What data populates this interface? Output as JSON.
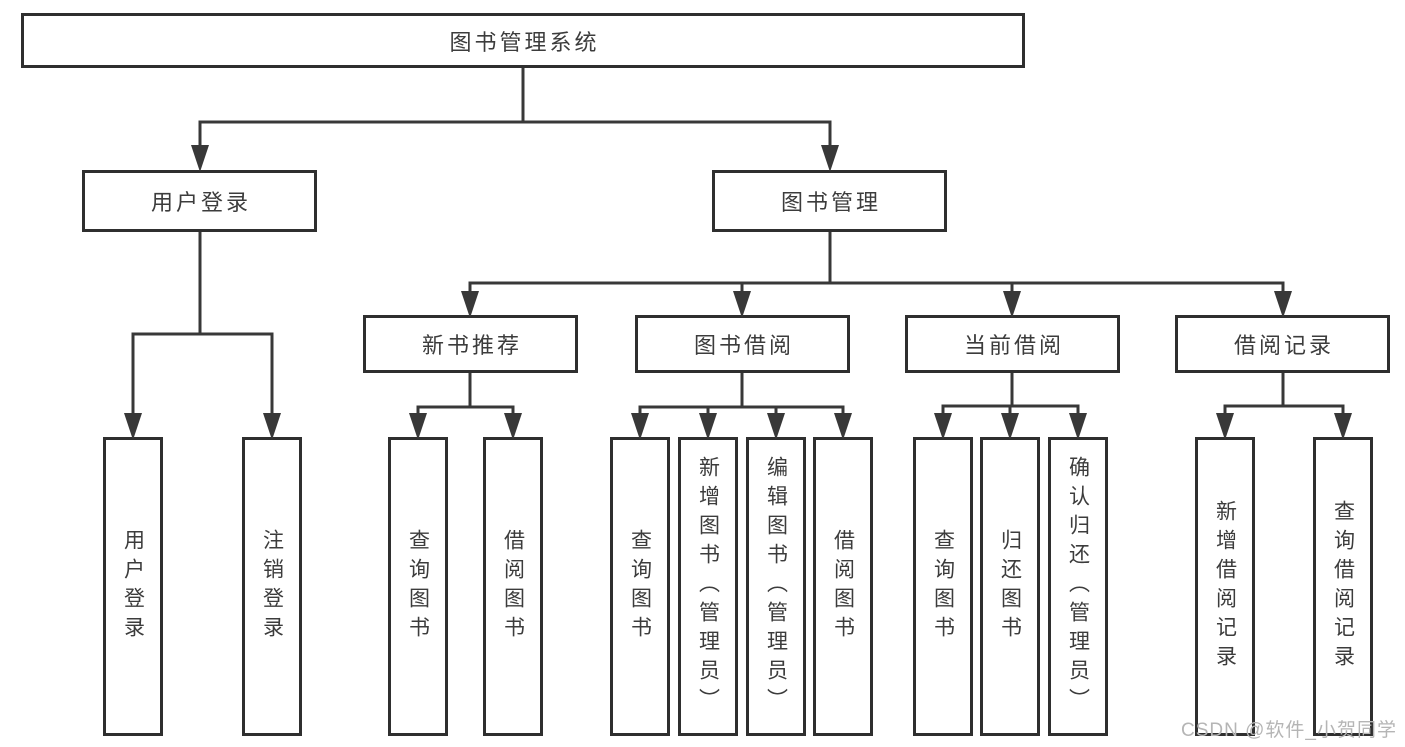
{
  "diagram": {
    "title": "图书管理系统",
    "level2": {
      "user_login": "用户登录",
      "book_mgmt": "图书管理"
    },
    "level3": {
      "new_books": "新书推荐",
      "book_borrow": "图书借阅",
      "current_borrow": "当前借阅",
      "borrow_records": "借阅记录"
    },
    "leaves": {
      "user_login": [
        "用户登录",
        "注销登录"
      ],
      "new_books": [
        "查询图书",
        "借阅图书"
      ],
      "book_borrow": [
        "查询图书",
        "新增图书（管理员）",
        "编辑图书（管理员）",
        "借阅图书"
      ],
      "current_borrow": [
        "查询图书",
        "归还图书",
        "确认归还（管理员）"
      ],
      "borrow_records": [
        "新增借阅记录",
        "查询借阅记录"
      ]
    }
  },
  "watermark": "CSDN @软件_小贺同学",
  "colors": {
    "line": "#383838",
    "border": "#2f2f2f",
    "text": "#3c3c3c",
    "watermark": "#b5b5b5",
    "background": "#ffffff"
  }
}
